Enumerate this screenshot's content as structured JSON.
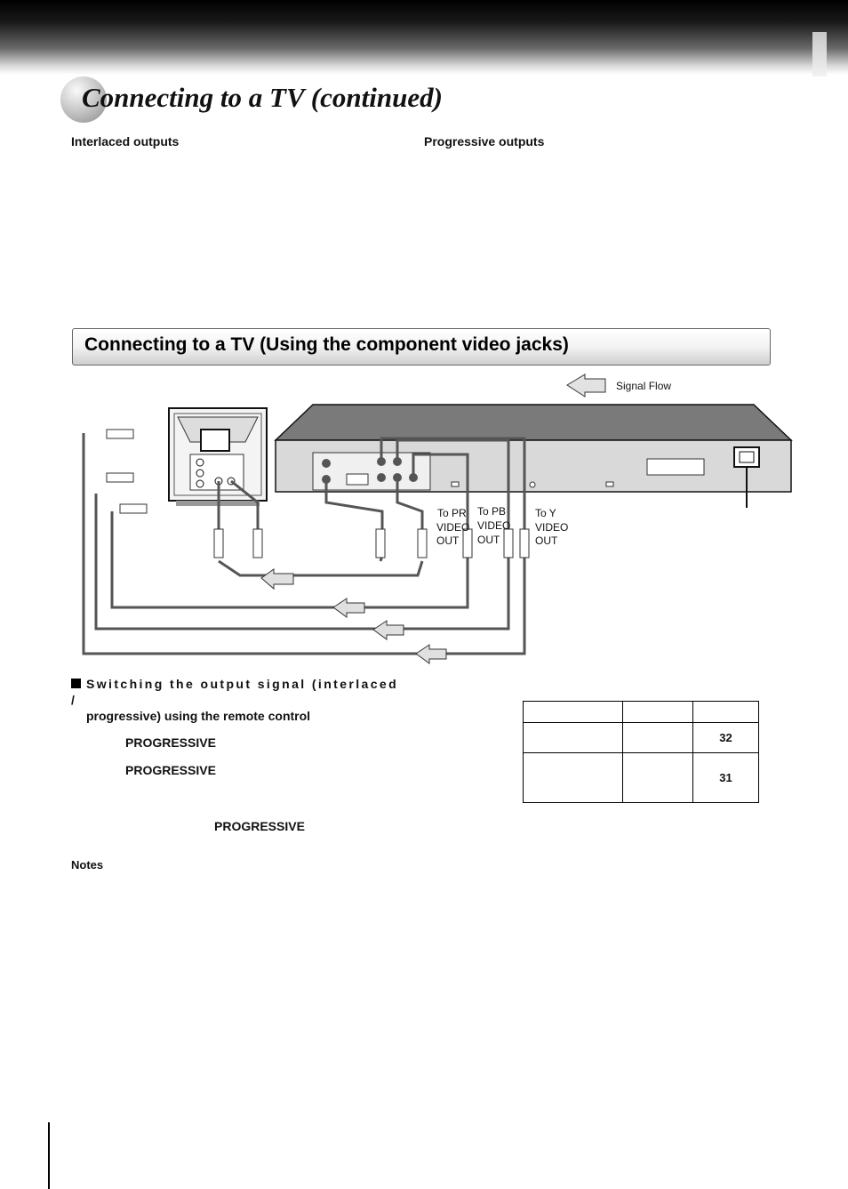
{
  "page": {
    "title": "Connecting to a TV (continued)",
    "interlaced_heading": "Interlaced outputs",
    "progressive_heading": "Progressive outputs"
  },
  "section": {
    "title": "Connecting to a TV (Using the component video jacks)"
  },
  "diagram": {
    "signal_flow_label": "Signal Flow",
    "jack_pr": [
      "To PR",
      "VIDEO",
      "OUT"
    ],
    "jack_pb": [
      "To PB",
      "VIDEO",
      "OUT"
    ],
    "jack_y": [
      "To Y",
      "VIDEO",
      "OUT"
    ]
  },
  "switching": {
    "heading_line1": "Switching the output signal (interlaced /",
    "heading_line2": "progressive) using the remote control",
    "progressive_1": "PROGRESSIVE",
    "progressive_2": "PROGRESSIVE",
    "progressive_3": "PROGRESSIVE"
  },
  "notes": {
    "heading": "Notes"
  },
  "reference_table": {
    "rows": [
      [
        "",
        "",
        ""
      ],
      [
        "",
        "",
        "32"
      ],
      [
        "",
        "",
        "31"
      ]
    ]
  }
}
